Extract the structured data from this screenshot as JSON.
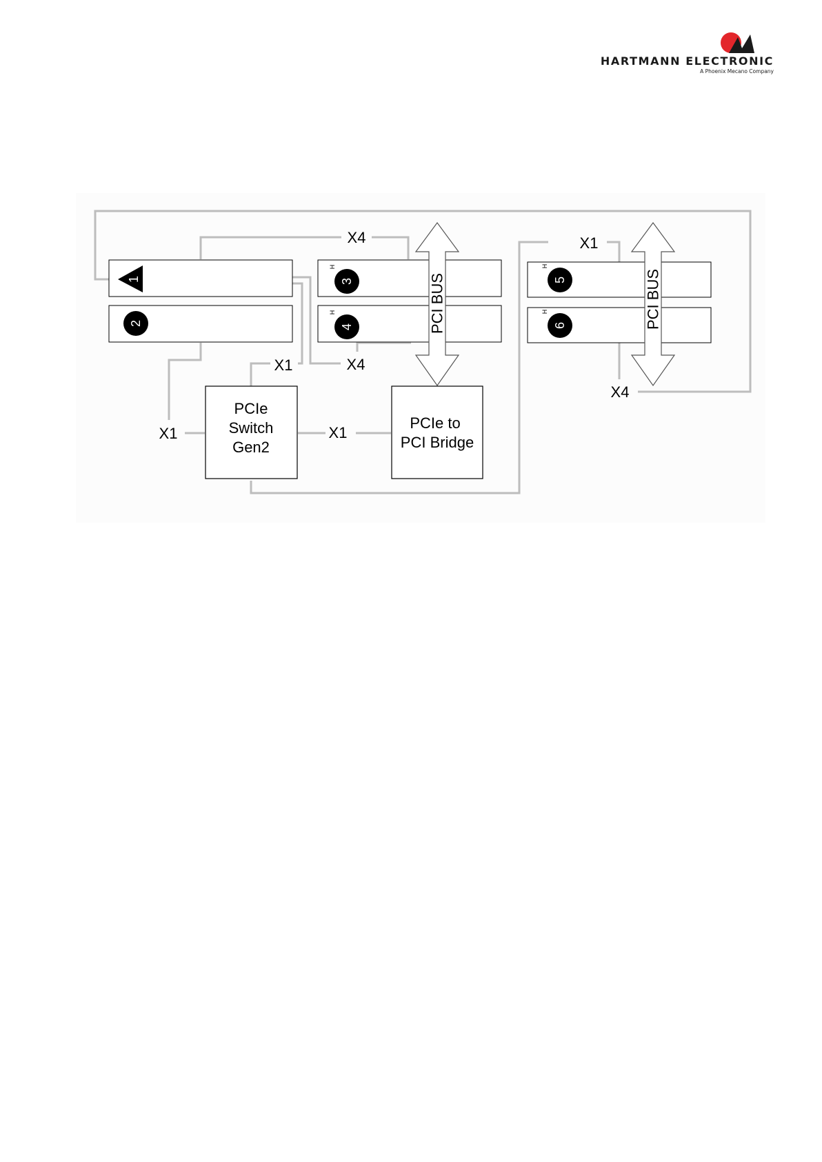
{
  "logo": {
    "brand": "HARTMANN ELECTRONIC",
    "tagline": "A Phoenix Mecano Company",
    "accent_color": "#e3262b",
    "mark_color": "#1a1a1a"
  },
  "diagram": {
    "slots": [
      {
        "id": "1",
        "marker": "triangle"
      },
      {
        "id": "2",
        "marker": "circle"
      },
      {
        "id": "3",
        "marker": "circle",
        "flag": "H"
      },
      {
        "id": "4",
        "marker": "circle",
        "flag": "H"
      },
      {
        "id": "5",
        "marker": "circle",
        "flag": "H"
      },
      {
        "id": "6",
        "marker": "circle",
        "flag": "H"
      }
    ],
    "switch_lines": [
      "PCIe",
      "Switch",
      "Gen2"
    ],
    "bridge_lines": [
      "PCIe to",
      "PCI Bridge"
    ],
    "bus_label": "PCI BUS",
    "link_labels": {
      "x4_top": "X4",
      "x4_mid": "X4",
      "x4_right": "X4",
      "x1_top_right": "X1",
      "x1_switch_top": "X1",
      "x1_left": "X1",
      "x1_center": "X1"
    },
    "wire_color": "#bdbdbd"
  }
}
